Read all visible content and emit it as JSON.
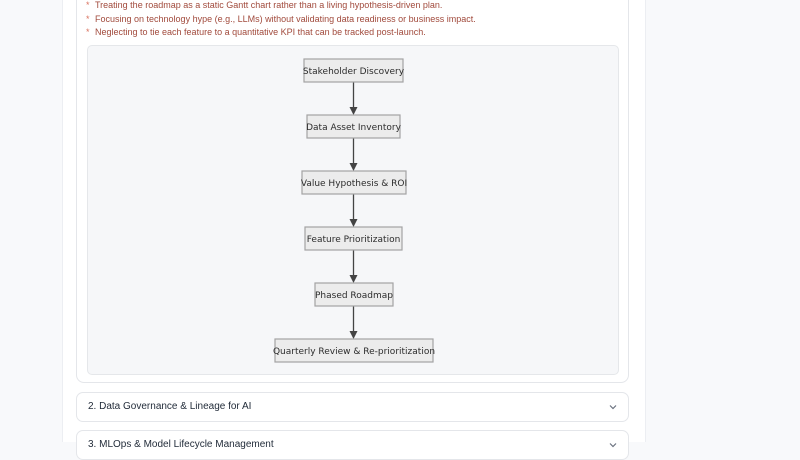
{
  "pitfalls": [
    "Treating the roadmap as a static Gantt chart rather than a living hypothesis-driven plan.",
    "Focusing on technology hype (e.g., LLMs) without validating data readiness or business impact.",
    "Neglecting to tie each feature to a quantitative KPI that can be tracked post-launch."
  ],
  "bullet": "*",
  "flow": {
    "nodes": [
      "Stakeholder Discovery",
      "Data Asset Inventory",
      "Value Hypothesis & ROI",
      "Feature Prioritization",
      "Phased Roadmap",
      "Quarterly Review & Re-prioritization"
    ]
  },
  "sections": [
    {
      "title": "2. Data Governance & Lineage for AI",
      "icon": "chevron-down-icon"
    },
    {
      "title": "3. MLOps & Model Lifecycle Management",
      "icon": "chevron-down-icon"
    }
  ],
  "colors": {
    "pitfall_text": "#a14a3c",
    "node_fill": "#ececec",
    "node_stroke": "#a3a3a3"
  }
}
